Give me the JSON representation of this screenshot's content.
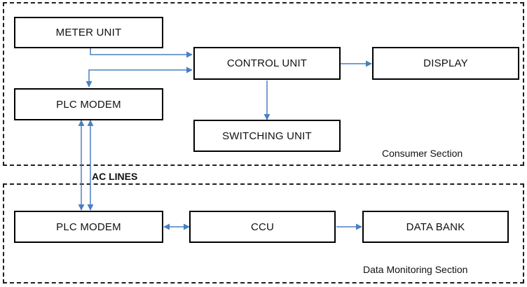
{
  "colors": {
    "arrow": "#4a7fc1",
    "box_border": "#000000",
    "section_border": "#1f1f1f"
  },
  "sections": {
    "consumer": {
      "label": "Consumer Section"
    },
    "monitoring": {
      "label": "Data Monitoring Section"
    }
  },
  "blocks": {
    "meter_unit": "METER UNIT",
    "control_unit": "CONTROL UNIT",
    "display": "DISPLAY",
    "plc_modem_top": "PLC MODEM",
    "switching_unit": "SWITCHING UNIT",
    "plc_modem_bottom": "PLC MODEM",
    "ccu": "CCU",
    "data_bank": "DATA BANK"
  },
  "link_label": "AC LINES"
}
